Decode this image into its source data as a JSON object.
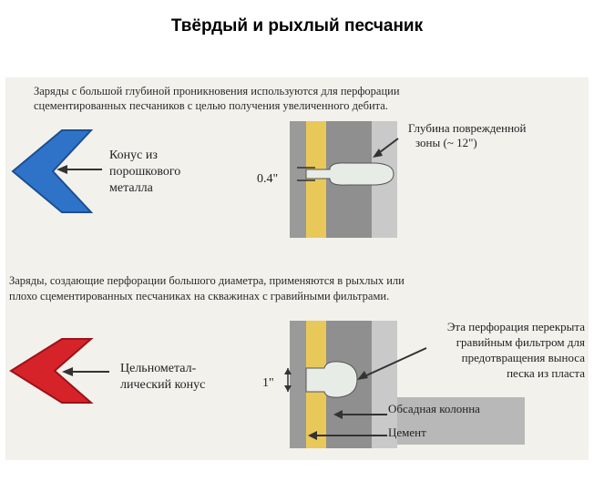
{
  "title": "Твёрдый и рыхлый песчаник",
  "top_section": {
    "caption_line1": "Заряды с большой глубиной проникновения используются для перфорации",
    "caption_line2": "сцементированных песчаников с целью получения увеличенного дебита.",
    "cone_label_lines": [
      "Конус из",
      "порошкового",
      "металла"
    ],
    "dimension": "0.4\"",
    "damage_label_lines": [
      "Глубина поврежденной",
      "зоны (~ 12\")"
    ],
    "cone_color": "#2f73c8"
  },
  "bottom_section": {
    "caption_line1": "Заряды, создающие перфорации большого диаметра, применяются в рыхлых или",
    "caption_line2": "плохо сцементированных песчаниках на скважинах с гравийными фильтрами.",
    "cone_label_lines": [
      "Цельнометал-",
      "лический конус"
    ],
    "dimension": "1\"",
    "gravel_note_lines": [
      "Эта перфорация перекрыта",
      "гравийным фильтром для",
      "предотвращения выноса",
      "песка из пласта"
    ],
    "casing_label": "Обсадная колонна",
    "cement_label": "Цемент",
    "cone_color": "#d6232a"
  }
}
